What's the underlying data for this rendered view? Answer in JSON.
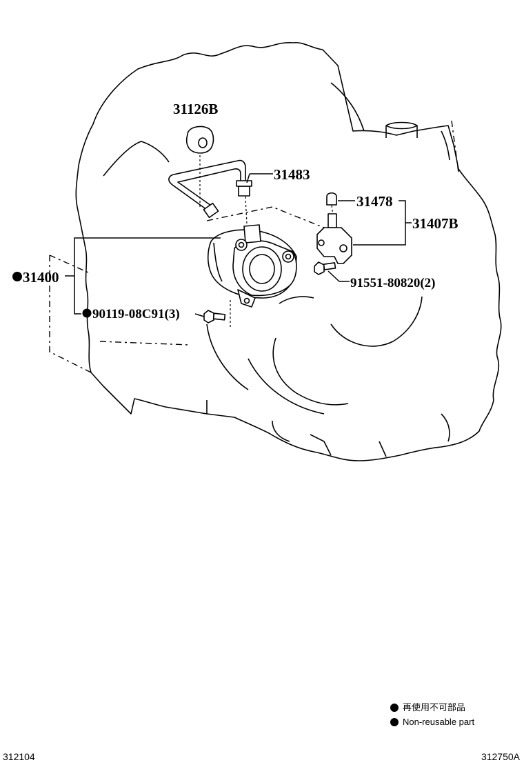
{
  "parts": {
    "p31126b": "31126B",
    "p31483": "31483",
    "p31478": "31478",
    "p31407b": "31407B",
    "p31400": "31400",
    "p91551": "91551-80820(2)",
    "p90119": "90119-08C91(3)"
  },
  "legend": {
    "jp": "再使用不可部品",
    "en": "Non-reusable part"
  },
  "footer": {
    "left": "312104",
    "right": "312750A"
  },
  "colors": {
    "ink": "#000000",
    "paper": "#ffffff"
  },
  "icons": {
    "non_reusable_marker": "filled-circle-icon"
  }
}
